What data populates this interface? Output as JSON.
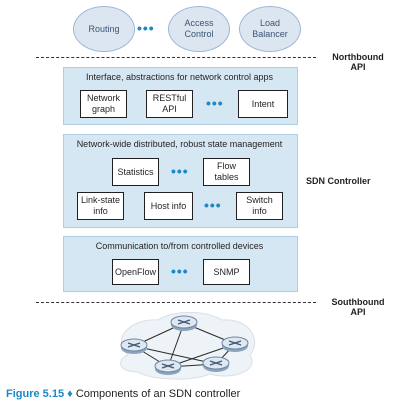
{
  "apps": [
    "Routing",
    "Access\nControl",
    "Load\nBalancer"
  ],
  "ellipsis": "•••",
  "northbound": "Northbound\nAPI",
  "southbound": "Southbound\nAPI",
  "sdn_controller": "SDN Controller",
  "layer1": {
    "title": "Interface, abstractions for  network control apps",
    "boxes": [
      "Network\ngraph",
      "RESTful\nAPI",
      "Intent"
    ]
  },
  "layer2": {
    "title": "Network-wide distributed, robust state management",
    "row1": [
      "Statistics",
      "Flow\ntables"
    ],
    "row2": [
      "Link-state\ninfo",
      "Host info",
      "Switch\ninfo"
    ]
  },
  "layer3": {
    "title": "Communication to/from controlled devices",
    "boxes": [
      "OpenFlow",
      "SNMP"
    ]
  },
  "caption": {
    "figure": "Figure 5.15",
    "bullet": "♦",
    "text": "Components of an SDN controller"
  },
  "colors": {
    "layer_fill": "#d6e7f4",
    "app_fill": "#dbe6f1",
    "accent": "#1c88c8"
  },
  "icons": [
    "router-icon"
  ]
}
